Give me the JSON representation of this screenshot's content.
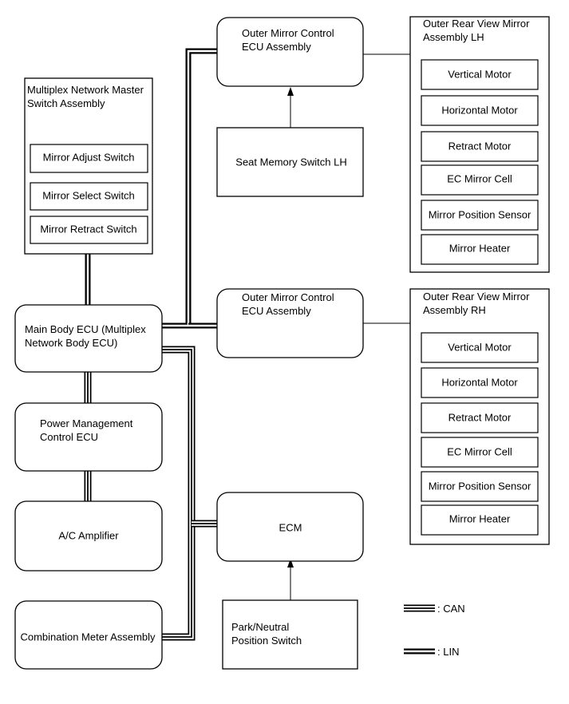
{
  "master_switch": {
    "title_line1": "Multiplex Network Master",
    "title_line2": "Switch Assembly",
    "items": [
      "Mirror Adjust Switch",
      "Mirror Select Switch",
      "Mirror Retract Switch"
    ]
  },
  "main_body_ecu": {
    "line1": "Main Body ECU (Multiplex",
    "line2": "Network Body ECU)"
  },
  "power_mgmt": {
    "line1": "Power Management",
    "line2": "Control ECU"
  },
  "ac_amp": {
    "label": "A/C Amplifier"
  },
  "combo_meter": {
    "label": "Combination Meter Assembly"
  },
  "mirror_ecu_lh": {
    "line1": "Outer Mirror Control",
    "line2": "ECU Assembly"
  },
  "mirror_ecu_rh": {
    "line1": "Outer Mirror Control",
    "line2": "ECU Assembly"
  },
  "seat_memory": {
    "label": "Seat Memory Switch LH"
  },
  "ecm": {
    "label": "ECM"
  },
  "park_neutral": {
    "line1": "Park/Neutral",
    "line2": "Position Switch"
  },
  "mirror_lh": {
    "title_line1": "Outer Rear View Mirror",
    "title_line2": "Assembly LH",
    "items": [
      "Vertical Motor",
      "Horizontal Motor",
      "Retract Motor",
      "EC Mirror Cell",
      "Mirror Position Sensor",
      "Mirror Heater"
    ]
  },
  "mirror_rh": {
    "title_line1": "Outer Rear View Mirror",
    "title_line2": "Assembly RH",
    "items": [
      "Vertical Motor",
      "Horizontal Motor",
      "Retract Motor",
      "EC Mirror Cell",
      "Mirror Position Sensor",
      "Mirror Heater"
    ]
  },
  "legend": {
    "can_label": ": CAN",
    "lin_label": ": LIN"
  }
}
